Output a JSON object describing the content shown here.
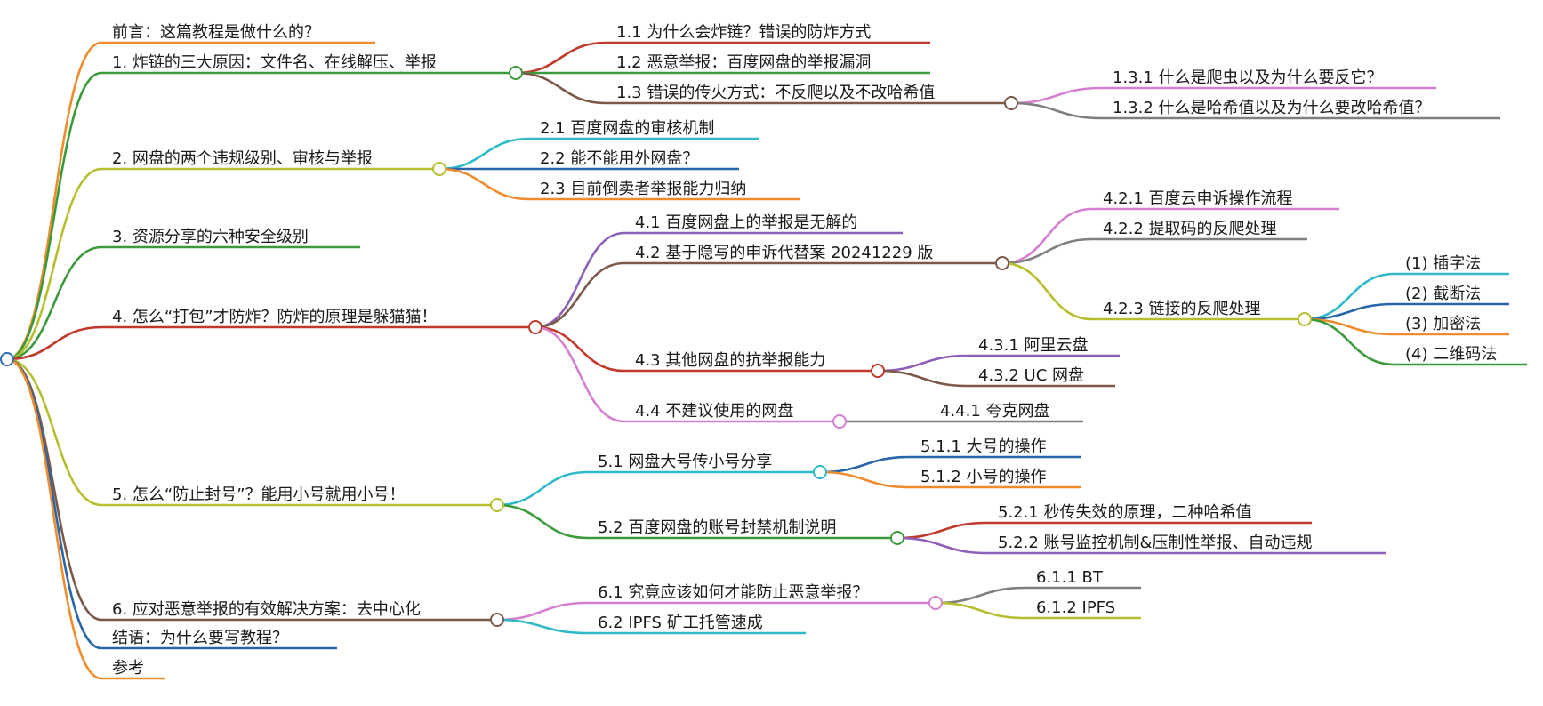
{
  "mindmap": {
    "root": {
      "color": "#2f6db5"
    },
    "nodes": [
      {
        "id": "n0",
        "label": "前言：这篇教程是做什么的？",
        "color": "#ef8c2e"
      },
      {
        "id": "n1",
        "label": "1. 炸链的三大原因：文件名、在线解压、举报",
        "color": "#3a9a3a"
      },
      {
        "id": "n1_1",
        "label": "1.1 为什么会炸链？错误的防炸方式",
        "color": "#c0392b"
      },
      {
        "id": "n1_2",
        "label": "1.2 恶意举报：百度网盘的举报漏洞",
        "color": "#3a9a3a"
      },
      {
        "id": "n1_3",
        "label": "1.3 错误的传火方式：不反爬以及不改哈希值",
        "color": "#7b5847"
      },
      {
        "id": "n1_3_1",
        "label": "1.3.1 什么是爬虫以及为什么要反它？",
        "color": "#d67fd0"
      },
      {
        "id": "n1_3_2",
        "label": "1.3.2 什么是哈希值以及为什么要改哈希值？",
        "color": "#7f7f7f"
      },
      {
        "id": "n2",
        "label": "2. 网盘的两个违规级别、审核与举报",
        "color": "#b7be2e"
      },
      {
        "id": "n2_1",
        "label": "2.1 百度网盘的审核机制",
        "color": "#2fb9c9"
      },
      {
        "id": "n2_2",
        "label": "2.2 能不能用外网盘？",
        "color": "#2766a8"
      },
      {
        "id": "n2_3",
        "label": "2.3 目前倒卖者举报能力归纳",
        "color": "#ef8c2e"
      },
      {
        "id": "n3",
        "label": "3. 资源分享的六种安全级别",
        "color": "#3a9a3a"
      },
      {
        "id": "n4",
        "label": "4. 怎么“打包”才防炸？防炸的原理是躲猫猫！",
        "color": "#c0392b"
      },
      {
        "id": "n4_1",
        "label": "4.1 百度网盘上的举报是无解的",
        "color": "#8e5fb8"
      },
      {
        "id": "n4_2",
        "label": "4.2 基于隐写的申诉代替案 20241229 版",
        "color": "#7b5847"
      },
      {
        "id": "n4_2_1",
        "label": "4.2.1 百度云申诉操作流程",
        "color": "#d67fd0"
      },
      {
        "id": "n4_2_2",
        "label": "4.2.2 提取码的反爬处理",
        "color": "#7f7f7f"
      },
      {
        "id": "n4_2_3",
        "label": "4.2.3 链接的反爬处理",
        "color": "#b7be2e"
      },
      {
        "id": "n4_2_3_1",
        "label": "(1) 插字法",
        "color": "#2fb9c9"
      },
      {
        "id": "n4_2_3_2",
        "label": "(2) 截断法",
        "color": "#2766a8"
      },
      {
        "id": "n4_2_3_3",
        "label": "(3) 加密法",
        "color": "#ef8c2e"
      },
      {
        "id": "n4_2_3_4",
        "label": "(4) 二维码法",
        "color": "#3a9a3a"
      },
      {
        "id": "n4_3",
        "label": "4.3 其他网盘的抗举报能力",
        "color": "#c0392b"
      },
      {
        "id": "n4_3_1",
        "label": "4.3.1 阿里云盘",
        "color": "#8e5fb8"
      },
      {
        "id": "n4_3_2",
        "label": "4.3.2 UC 网盘",
        "color": "#7b5847"
      },
      {
        "id": "n4_4",
        "label": "4.4 不建议使用的网盘",
        "color": "#d67fd0"
      },
      {
        "id": "n4_4_1",
        "label": "4.4.1 夸克网盘",
        "color": "#7f7f7f"
      },
      {
        "id": "n5",
        "label": "5. 怎么“防止封号”？能用小号就用小号！",
        "color": "#b7be2e"
      },
      {
        "id": "n5_1",
        "label": "5.1 网盘大号传小号分享",
        "color": "#2fb9c9"
      },
      {
        "id": "n5_1_1",
        "label": "5.1.1 大号的操作",
        "color": "#2766a8"
      },
      {
        "id": "n5_1_2",
        "label": "5.1.2 小号的操作",
        "color": "#ef8c2e"
      },
      {
        "id": "n5_2",
        "label": "5.2 百度网盘的账号封禁机制说明",
        "color": "#3a9a3a"
      },
      {
        "id": "n5_2_1",
        "label": "5.2.1 秒传失效的原理，二种哈希值",
        "color": "#c0392b"
      },
      {
        "id": "n5_2_2",
        "label": "5.2.2 账号监控机制&压制性举报、自动违规",
        "color": "#8e5fb8"
      },
      {
        "id": "n6",
        "label": "6. 应对恶意举报的有效解决方案：去中心化",
        "color": "#7b5847"
      },
      {
        "id": "n6_1",
        "label": "6.1 究竟应该如何才能防止恶意举报？",
        "color": "#d67fd0"
      },
      {
        "id": "n6_1_1",
        "label": "6.1.1 BT",
        "color": "#7f7f7f"
      },
      {
        "id": "n6_1_2",
        "label": "6.1.2 IPFS",
        "color": "#b7be2e"
      },
      {
        "id": "n6_2",
        "label": "6.2 IPFS 矿工托管速成",
        "color": "#2fb9c9"
      },
      {
        "id": "n7",
        "label": "结语：为什么要写教程？",
        "color": "#2766a8"
      },
      {
        "id": "n8",
        "label": "参考",
        "color": "#ef8c2e"
      }
    ]
  }
}
